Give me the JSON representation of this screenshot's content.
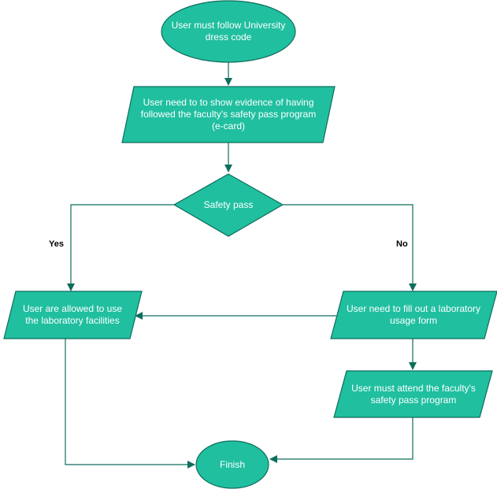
{
  "colors": {
    "fill": "#20bfa0",
    "stroke": "#0e6e5c",
    "edge": "#0e6e5c",
    "text": "#ffffff",
    "edge_label": "#000000"
  },
  "nodes": {
    "dress_code": "User must follow University dress code",
    "evidence": "User need to to show evidence of having followed the faculty's safety pass program (e-card)",
    "safety_pass": "Safety pass",
    "allowed": "User are allowed to use the laboratory facilities",
    "fill_form": "User need to fill out a laboratory usage form",
    "attend_program": "User must attend the faculty's safety pass program",
    "finish": "Finish"
  },
  "edge_labels": {
    "yes": "Yes",
    "no": "No"
  }
}
